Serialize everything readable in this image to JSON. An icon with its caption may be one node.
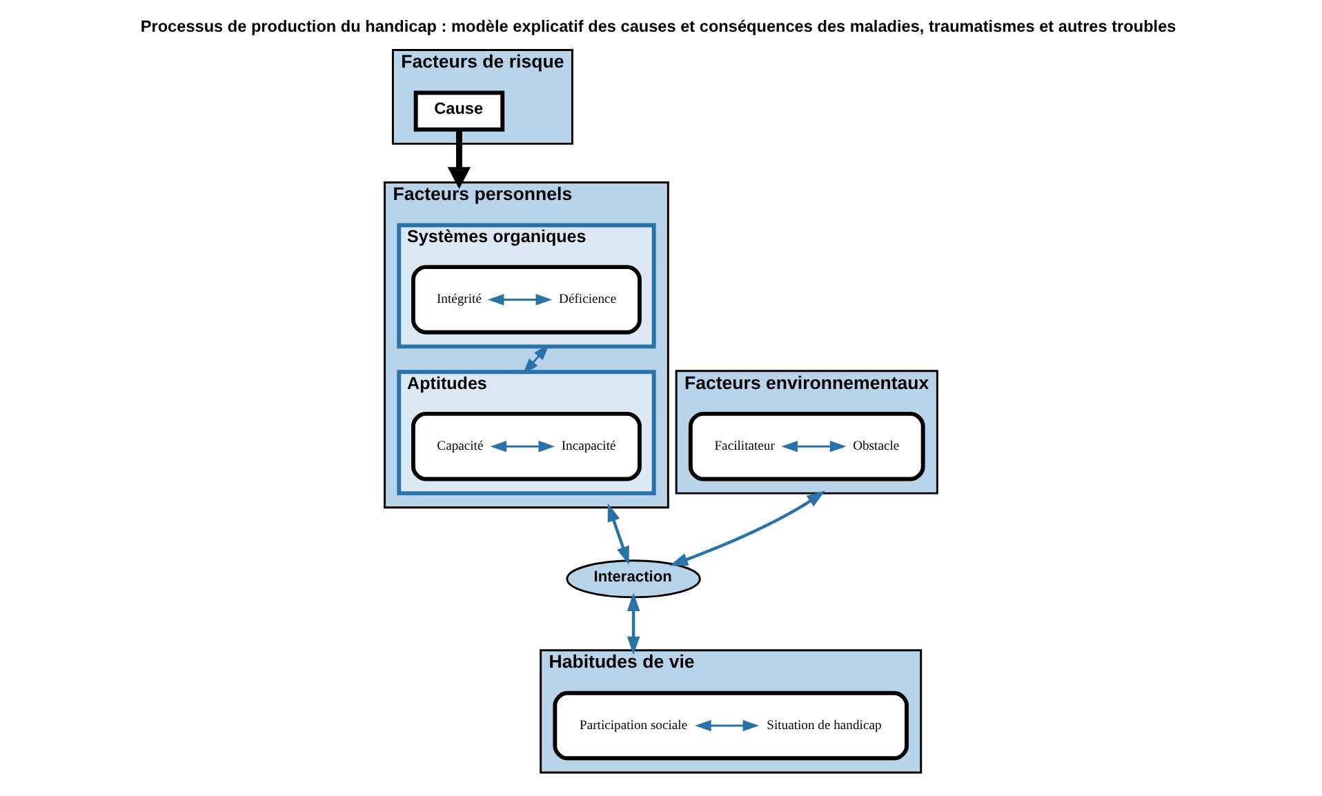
{
  "diagram": {
    "title": "Processus de production du handicap : modèle explicatif des causes et conséquences des maladies, traumatismes et autres troubles",
    "nodes": [
      {
        "text": [
          "Facteurs de risque"
        ]
      },
      {
        "text": [
          "Cause"
        ],
        "in": 0
      },
      {
        "text": [
          "Facteurs personnels"
        ]
      },
      {
        "text": [
          "Systèmes organiques"
        ],
        "in": 2
      },
      {
        "text": [],
        "shape": "box",
        "in": 3
      },
      {
        "text": [
          "Intégrité"
        ],
        "in": 4
      },
      {
        "text": [
          "Déficience"
        ],
        "in": 4
      },
      {
        "text": [
          "Aptitudes"
        ],
        "in": 2
      },
      {
        "text": [],
        "shape": "box",
        "in": 7
      },
      {
        "text": [
          "Capacité"
        ],
        "in": 8
      },
      {
        "text": [
          "Incapacité"
        ],
        "in": 8
      },
      {
        "text": [
          "Facteurs environnementaux"
        ]
      },
      {
        "text": [],
        "shape": "box",
        "in": 11
      },
      {
        "text": [
          "Facilitateur"
        ],
        "in": 12
      },
      {
        "text": [
          "Obstacle"
        ],
        "in": 12
      },
      {
        "text": [
          "Interaction"
        ]
      },
      {
        "text": [
          "Habitudes de vie"
        ]
      },
      {
        "text": [],
        "shape": "box",
        "in": 16
      },
      {
        "text": [
          "Participation sociale"
        ],
        "in": 17
      },
      {
        "text": [
          "Situation de handicap"
        ],
        "in": 17
      }
    ],
    "edges": [
      {
        "from": 1,
        "to": 2,
        "arrow": "to",
        "style": "thick",
        "color": "#000000"
      },
      {
        "from": 5,
        "to": 6,
        "arrow": "both"
      },
      {
        "from": 3,
        "to": 7,
        "arrow": "both"
      },
      {
        "from": 9,
        "to": 10,
        "arrow": "both"
      },
      {
        "from": 13,
        "to": 14,
        "arrow": "both"
      },
      {
        "from": 2,
        "to": 15,
        "arrow": "both"
      },
      {
        "from": 11,
        "to": 15,
        "arrow": "both"
      },
      {
        "from": 15,
        "to": 16,
        "arrow": "both"
      },
      {
        "from": 18,
        "to": 19,
        "arrow": "both"
      }
    ]
  }
}
